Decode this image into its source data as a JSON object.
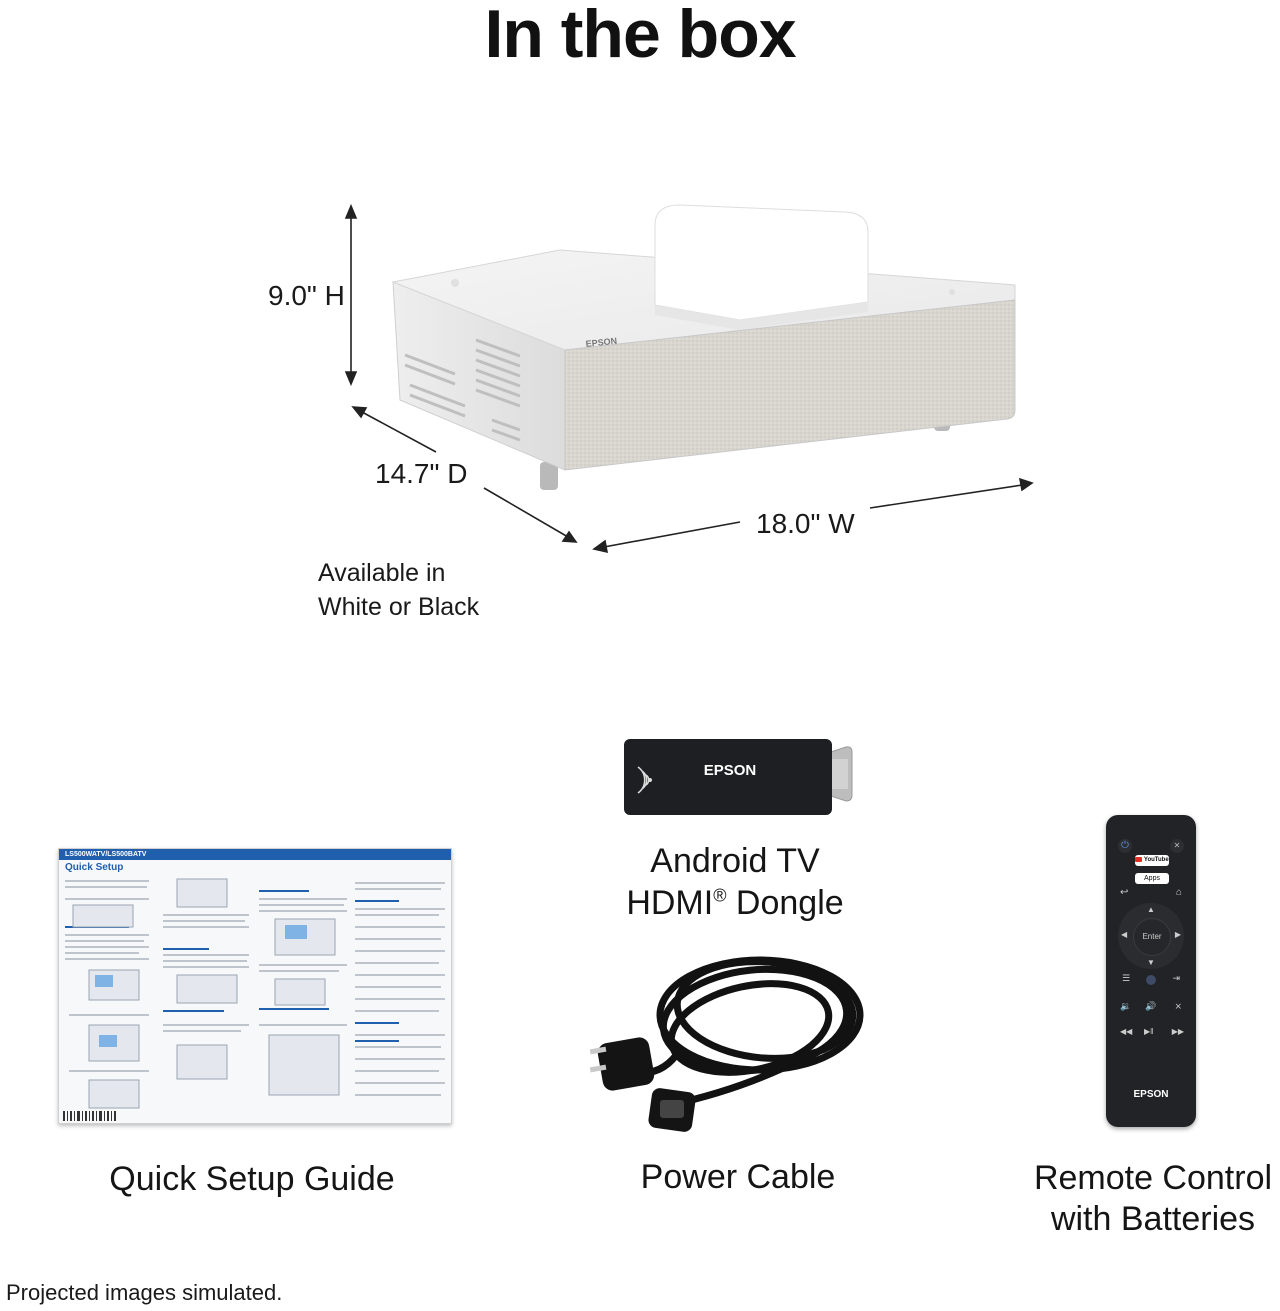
{
  "title": "In the box",
  "dimensions": {
    "height": "9.0\" H",
    "depth": "14.7\" D",
    "width": "18.0\" W"
  },
  "availability": {
    "line1": "Available in",
    "line2": "White or Black"
  },
  "projector": {
    "brand": "EPSON"
  },
  "dongle": {
    "brand": "EPSON",
    "caption_line1": "Android TV",
    "caption_line2_pre": "HDMI",
    "caption_line2_reg": "®",
    "caption_line2_post": " Dongle"
  },
  "guide": {
    "header": "LS500WATV/LS500BATV",
    "heading": "Quick Setup",
    "caption": "Quick Setup Guide"
  },
  "cable": {
    "caption": "Power Cable"
  },
  "remote": {
    "youtube_label": "YouTube",
    "apps_label": "Apps",
    "enter_label": "Enter",
    "brand": "EPSON",
    "caption_line1": "Remote Control",
    "caption_line2": "with Batteries"
  },
  "footnote": "Projected images simulated.",
  "colors": {
    "text": "#111111",
    "guide_blue": "#1f5fae",
    "fabric": "#d8d5cf",
    "dongle_body": "#1e1f22",
    "remote_body": "#222326"
  }
}
